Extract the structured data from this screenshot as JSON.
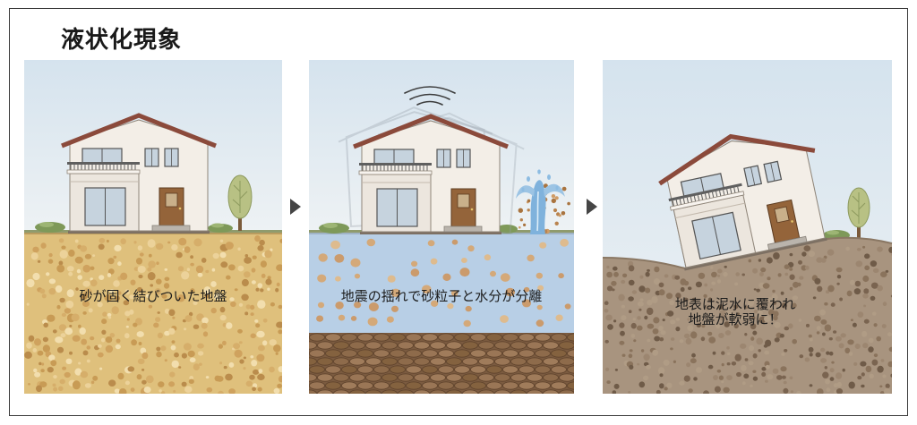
{
  "title": "液状化現象",
  "panels": [
    {
      "caption": "砂が固く結びついた地盤"
    },
    {
      "caption": "地震の揺れで砂粒子と水分が分離"
    },
    {
      "caption_lines": [
        "地表は泥水に覆われ",
        "地盤が軟弱に！"
      ]
    }
  ],
  "icons": {
    "step_arrow": "arrow-right-icon",
    "house": "house-icon",
    "tree": "tree-icon",
    "water_spout": "water-spout-icon",
    "shake": "shake-lines-icon"
  },
  "colors": {
    "sand_soil": "#dfc07c",
    "water_soil": "#b8cfe6",
    "gravel_layer": "#7b5b40",
    "mud_soil": "#a8947f",
    "roof": "#8b4a3b",
    "wall": "#f3eee7",
    "arrow": "#454545",
    "frame": "#3a3a3a"
  }
}
